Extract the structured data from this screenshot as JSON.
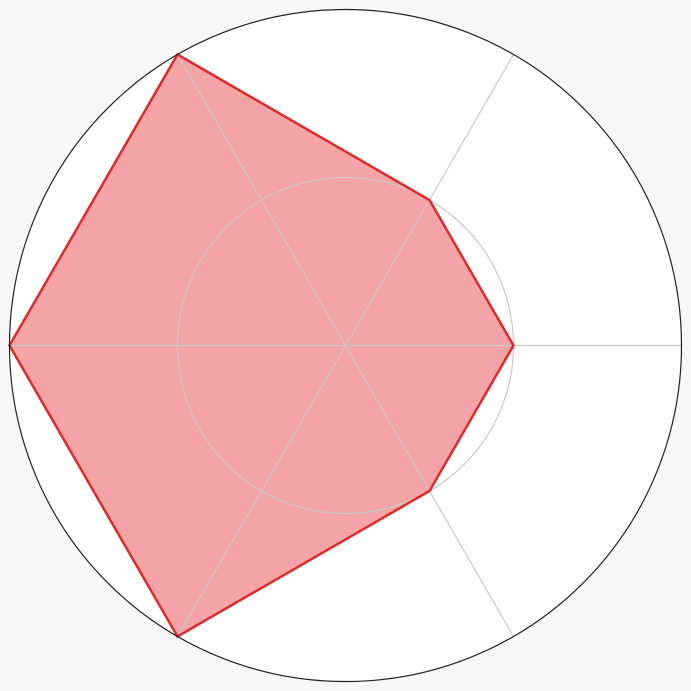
{
  "chart_data": {
    "type": "radar",
    "title": "",
    "axes": [
      "",
      "",
      "",
      "",
      "",
      ""
    ],
    "rlim": [
      0,
      2
    ],
    "gridline_values": [
      1,
      2
    ],
    "grid": true,
    "series": [
      {
        "values": [
          1,
          1,
          2,
          2,
          2,
          1
        ]
      }
    ],
    "colors": {
      "background": "#f7f7f7",
      "plot_background": "#ffffff",
      "outer_ring": "#222222",
      "grid": "#c8c8c8",
      "series_fill": "#f4a3a6",
      "series_stroke": "#dd2a2a"
    }
  }
}
